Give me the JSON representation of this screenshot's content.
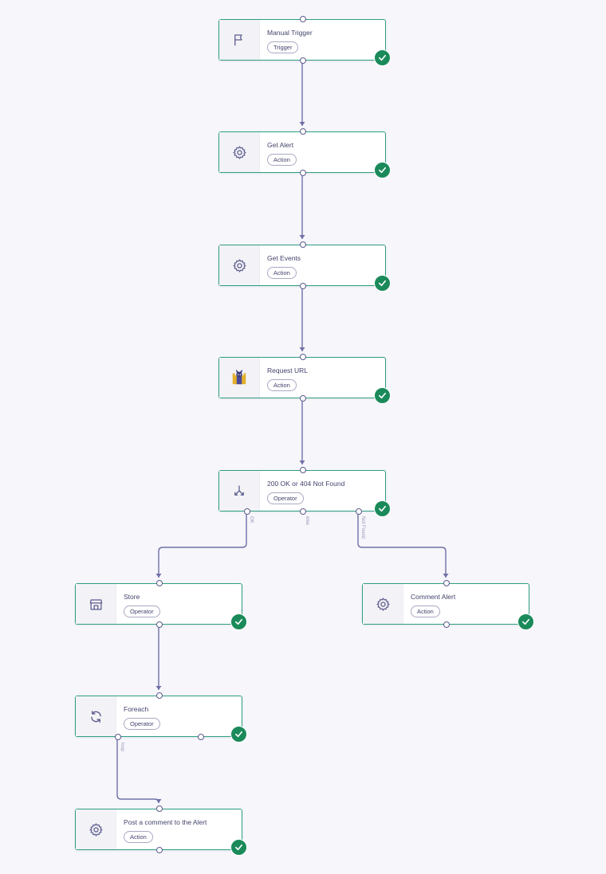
{
  "nodes": [
    {
      "id": "manual-trigger",
      "title": "Manual Trigger",
      "badge": "Trigger",
      "icon": "flag-icon"
    },
    {
      "id": "get-alert",
      "title": "Get Alert",
      "badge": "Action",
      "icon": "gear-icon"
    },
    {
      "id": "get-events",
      "title": "Get Events",
      "badge": "Action",
      "icon": "gear-icon"
    },
    {
      "id": "request-url",
      "title": "Request URL",
      "badge": "Action",
      "icon": "urlscan-logo-icon"
    },
    {
      "id": "condition",
      "title": "200 OK or 404 Not Found",
      "badge": "Operator",
      "icon": "branch-split-icon"
    },
    {
      "id": "store",
      "title": "Store",
      "badge": "Operator",
      "icon": "store-icon"
    },
    {
      "id": "comment-alert",
      "title": "Comment Alert",
      "badge": "Action",
      "icon": "gear-icon"
    },
    {
      "id": "foreach",
      "title": "Foreach",
      "badge": "Operator",
      "icon": "loop-arrows-icon"
    },
    {
      "id": "post-comment",
      "title": "Post a comment to the Alert",
      "badge": "Action",
      "icon": "gear-icon"
    }
  ],
  "edge_labels": {
    "ok": "OK",
    "else": "else",
    "not_found": "Not Found",
    "loop": "loop"
  },
  "status": {
    "all_nodes": "success-check-icon"
  },
  "colors": {
    "canvas": "#f6f6fb",
    "node_border": "#2e9e80",
    "success": "#1b8a5a",
    "wire": "#7070a8",
    "text": "#44446e"
  }
}
